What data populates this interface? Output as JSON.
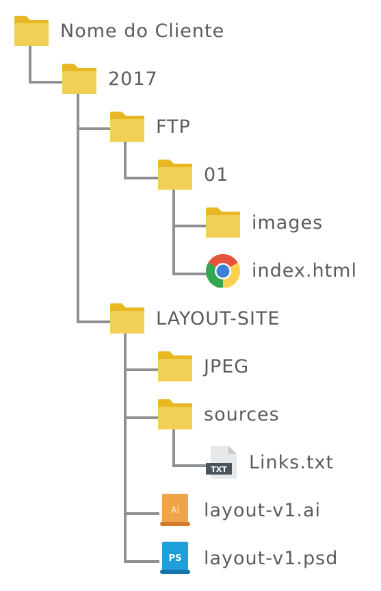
{
  "tree": {
    "root": "Nome do Cliente",
    "year": "2017",
    "ftp": "FTP",
    "ftp_01": "01",
    "images": "images",
    "index_html": "index.html",
    "layout_site": "LAYOUT-SITE",
    "jpeg": "JPEG",
    "sources": "sources",
    "links_txt": "Links.txt",
    "layout_ai": "layout-v1.ai",
    "layout_psd": "layout-v1.psd"
  },
  "badges": {
    "txt": "TXT",
    "ai": "AI",
    "ps": "PS"
  },
  "colors": {
    "folder_back": "#e8b724",
    "folder_front": "#f2cf55",
    "connector": "#8c9196",
    "label_text": "#5b5b5b",
    "ai_orange": "#f0a44a",
    "ps_blue": "#1e9fd8"
  }
}
